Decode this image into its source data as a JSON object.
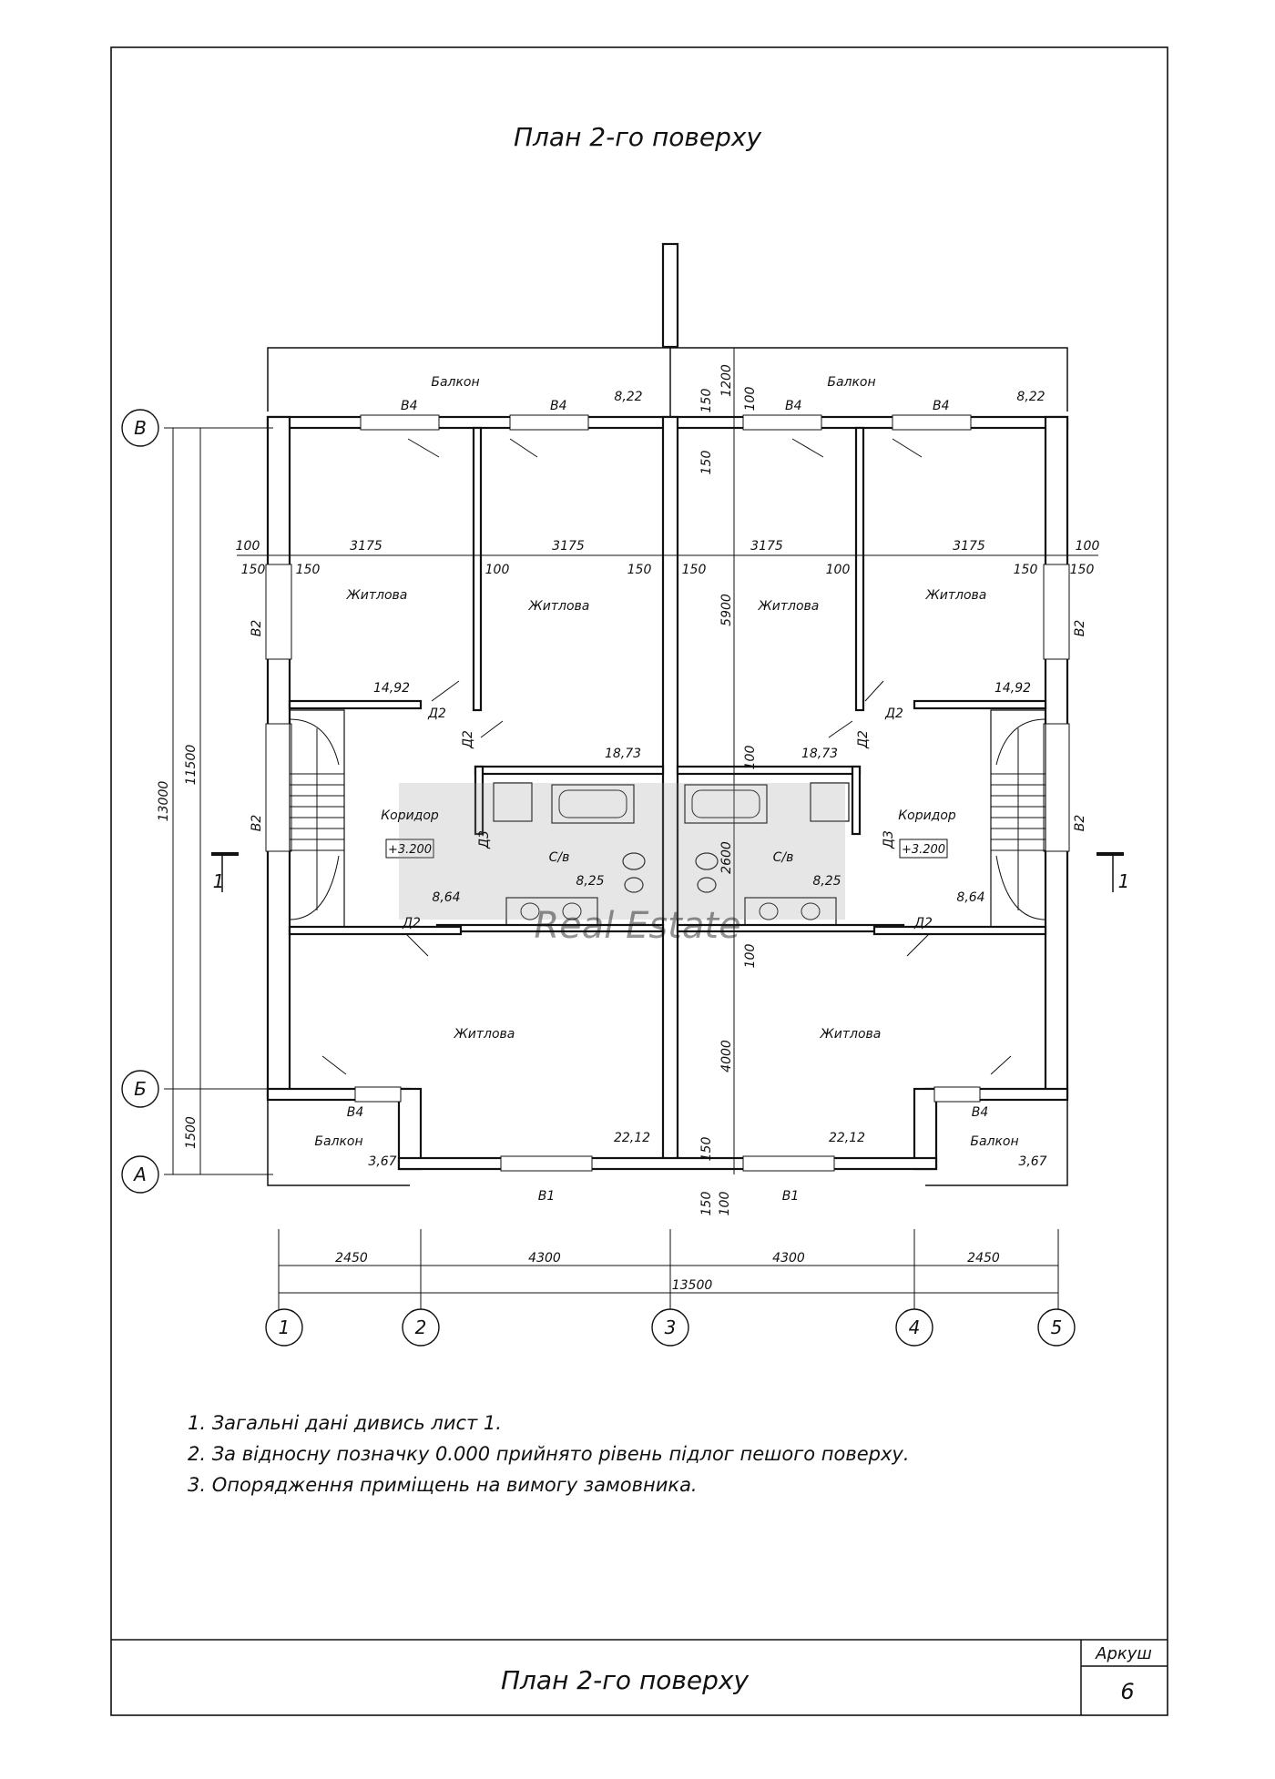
{
  "title": "План 2-го поверху",
  "notes": [
    "1.  Загальні дані дивись лист 1.",
    "2. За відносну позначку 0.000 прийнято рівень підлог пешого поверху.",
    "3. Опорядження приміщень на вимогу замовника."
  ],
  "stamp": {
    "title": "План 2-го поверху",
    "sheet_label": "Аркуш",
    "sheet_number": "6"
  },
  "rooms": {
    "balcony": "Балкон",
    "living": "Житлова",
    "corridor": "Коридор",
    "bath": "С/в"
  },
  "areas": {
    "a822": "8,22",
    "a1492": "14,92",
    "a1873": "18,73",
    "a864": "8,64",
    "a825": "8,25",
    "a2212": "22,12",
    "a367": "3,67"
  },
  "level_mark": "+3.200",
  "openings": {
    "b4": "В4",
    "b2": "В2",
    "b1": "В1",
    "d2": "Д2",
    "d3": "Д3"
  },
  "dims": {
    "d3175": "3175",
    "d100": "100",
    "d150": "150",
    "d1200": "1200",
    "d5900": "5900",
    "d2600": "2600",
    "d4000": "4000",
    "d13000": "13000",
    "d11500": "11500",
    "d1500": "1500",
    "d2450": "2450",
    "d4300": "4300",
    "d13500": "13500"
  },
  "axes_h": [
    "1",
    "2",
    "3",
    "4",
    "5"
  ],
  "axes_v": [
    "В",
    "Б",
    "А"
  ],
  "section": "1",
  "watermark": "Real Estate"
}
